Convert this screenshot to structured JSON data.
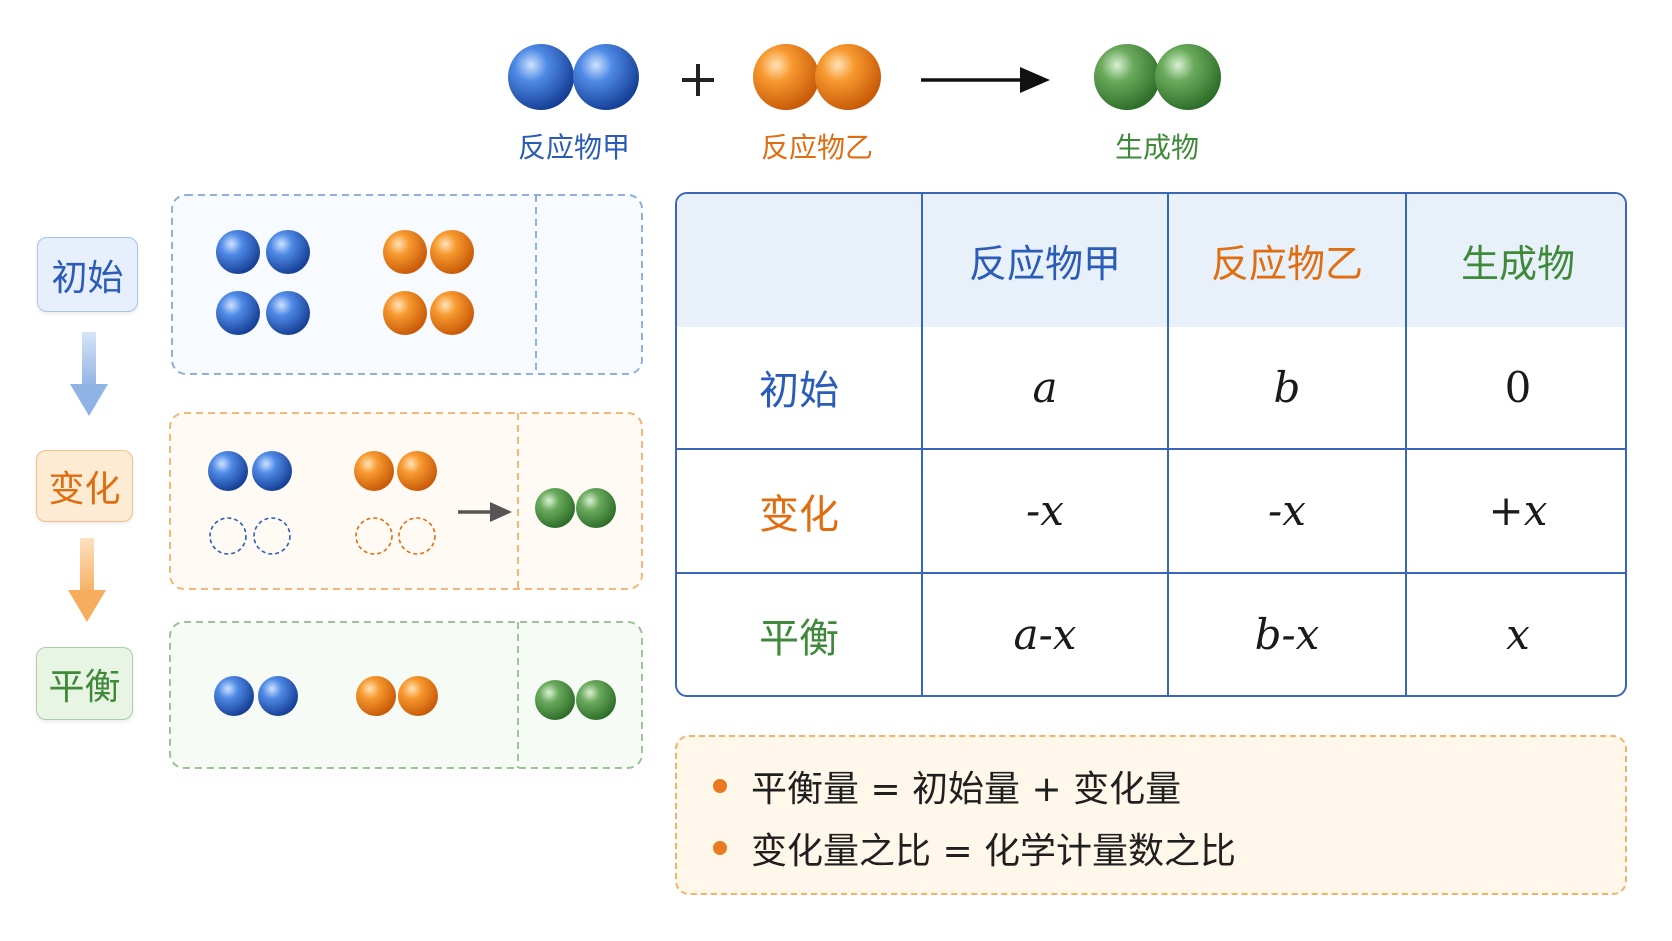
{
  "reaction": {
    "reactant_a": "反应物甲",
    "reactant_b": "反应物乙",
    "product": "生成物",
    "plus_sign": "+"
  },
  "stages": {
    "initial": "初始",
    "change": "变化",
    "equilibrium": "平衡"
  },
  "table": {
    "headers": [
      "",
      "反应物甲",
      "反应物乙",
      "生成物"
    ],
    "rows": [
      {
        "label": "初始",
        "cells": [
          "a",
          "b",
          "0"
        ]
      },
      {
        "label": "变化",
        "cells": [
          "-x",
          "-x",
          "+x"
        ]
      },
      {
        "label": "平衡",
        "cells": [
          "a-x",
          "b-x",
          "x"
        ]
      }
    ]
  },
  "notes": [
    "平衡量 = 初始量 + 变化量",
    "变化量之比 = 化学计量数之比"
  ],
  "colors": {
    "blue": "#2a5cb8",
    "orange": "#e06d10",
    "green": "#3f8a3a",
    "table_border": "#3a66b8",
    "note_bullet": "#ea7a22"
  },
  "icons": {
    "reactant_a_molecule": "blue-diatomic-molecule-icon",
    "reactant_b_molecule": "orange-diatomic-molecule-icon",
    "product_molecule": "green-diatomic-molecule-icon",
    "reaction_arrow": "right-arrow-icon",
    "flow_arrow": "down-arrow-icon"
  }
}
